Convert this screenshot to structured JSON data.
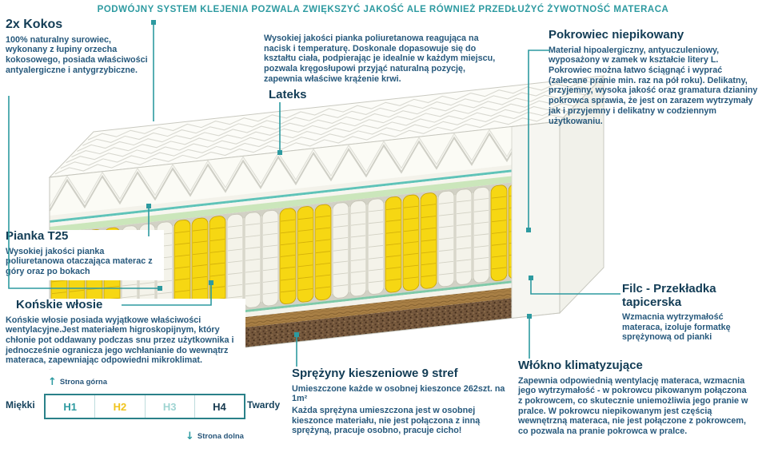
{
  "header": {
    "title": "PODWÓJNY SYSTEM KLEJENIA POZWALA ZWIĘKSZYĆ JAKOŚĆ ALE RÓWNIEŻ PRZEDŁUŻYĆ ŻYWOTNOŚĆ MATERACA"
  },
  "annotations": {
    "kokos": {
      "title": "2x Kokos",
      "text": "100% naturalny surowiec, wykonany z łupiny orzecha kokosowego, posiada właściwości antyalergiczne i antygrzybiczne."
    },
    "lateks": {
      "title": "Lateks",
      "text": "Wysokiej jakości pianka poliuretanowa reagująca na nacisk i temperaturę. Doskonale dopasowuje się do kształtu ciała, podpierając je idealnie w każdym miejscu, pozwala kręgosłupowi przyjąć naturalną pozycję, zapewnia właściwe krążenie krwi."
    },
    "pokrowiec": {
      "title": "Pokrowiec niepikowany",
      "text": "Materiał hipoalergiczny, antyuczuleniowy, wyposażony w zamek w kształcie litery L. Pokrowiec można łatwo ściągnąć i wyprać (zalecane pranie min. raz na pół roku). Delikatny, przyjemny, wysoka jakość oraz gramatura dzianiny pokrowca sprawia, że jest on zarazem wytrzymały jak i przyjemny i delikatny w codziennym użytkowaniu."
    },
    "pianka": {
      "title": "Pianka T25",
      "text": "Wysokiej jakości pianka poliuretanowa otaczająca materac z góry oraz po bokach"
    },
    "konskie": {
      "title": "Końskie włosie",
      "text": "Końskie włosie posiada wyjątkowe właściwości wentylacyjne.Jest materiałem higroskopijnym, który chłonie pot oddawany podczas snu przez użytkownika i jednocześnie ogranicza jego wchłanianie do wewnątrz materaca, zapewniając odpowiedni mikroklimat."
    },
    "filc": {
      "title": "Filc - Przekładka tapicerska",
      "text": "Wzmacnia wytrzymałość materaca, izoluje formatkę sprężynową od pianki"
    },
    "wlokno": {
      "title": "Włókno klimatyzujące",
      "text": "Zapewnia odpowiednią wentylację materaca, wzmacnia jego wytrzymałość - w pokrowcu pikowanym połączona z pokrowcem, co skutecznie uniemożliwia jego pranie w pralce. W pokrowcu niepikowanym jest częścią wewnętrzną materaca, nie jest połączone z pokrowcem, co pozwala na pranie pokrowca w pralce."
    },
    "sprezyny": {
      "title": "Sprężyny kieszeniowe 9 stref",
      "text1": "Umieszczone każde w osobnej kieszonce 262szt. na 1m²",
      "text2": "Każda sprężyna umieszczona jest w osobnej kieszonce materiału, nie jest połączona z inną sprężyną, pracuje osobno, pracuje cicho!"
    }
  },
  "hardness_scale": {
    "left_label": "Miękki",
    "right_label": "Twardy",
    "top_side": "Strona górna",
    "bottom_side": "Strona dolna",
    "levels": [
      {
        "label": "H1",
        "color": "#2d9aa0"
      },
      {
        "label": "H2",
        "color": "#f0c31c"
      },
      {
        "label": "H3",
        "color": "#9ed4d2"
      },
      {
        "label": "H4",
        "color": "#16394f"
      }
    ]
  },
  "mattress": {
    "spring_zones": [
      4,
      3,
      3,
      3,
      3,
      3,
      3,
      3,
      4
    ]
  },
  "colors": {
    "accent_teal": "#2d9aa0",
    "heading_navy": "#123c55",
    "body_blue": "#27597c",
    "spring_yellow": "#f6d713",
    "spring_white": "#f4f3ea",
    "lateks_teal": "#5fc3b8",
    "kokos_green": "#cbe6bb",
    "hair_brown": "#a87f45",
    "base_brown": "#73563c"
  }
}
